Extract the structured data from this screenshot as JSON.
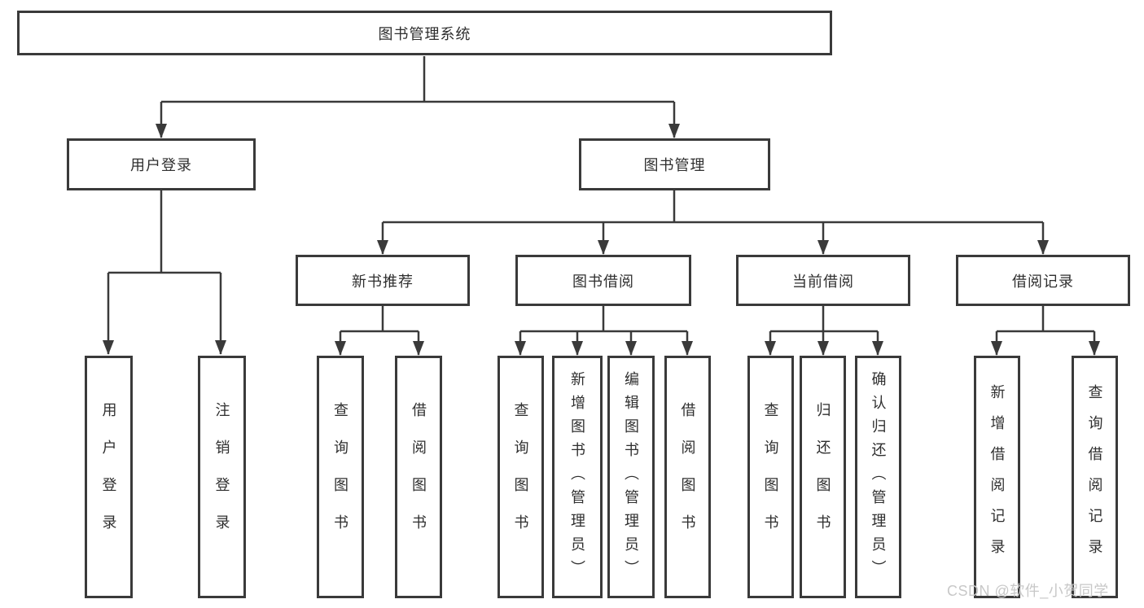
{
  "colors": {
    "line": "#3a3a3a",
    "border": "#3a3a3a",
    "text": "#2f2f2f",
    "background": "#ffffff",
    "watermark": "#c8c8c8"
  },
  "watermark": "CSDN @软件_小贺同学",
  "tree": {
    "root": {
      "label": "图书管理系统"
    },
    "branches": [
      {
        "label": "用户登录",
        "leaves": [
          "用户登录",
          "注销登录"
        ]
      },
      {
        "label": "图书管理",
        "sections": [
          {
            "label": "新书推荐",
            "leaves": [
              "查询图书",
              "借阅图书"
            ]
          },
          {
            "label": "图书借阅",
            "leaves": [
              "查询图书",
              "新增图书（管理员）",
              "编辑图书（管理员）",
              "借阅图书"
            ]
          },
          {
            "label": "当前借阅",
            "leaves": [
              "查询图书",
              "归还图书",
              "确认归还（管理员）"
            ]
          },
          {
            "label": "借阅记录",
            "leaves": [
              "新增借阅记录",
              "查询借阅记录"
            ]
          }
        ]
      }
    ]
  }
}
